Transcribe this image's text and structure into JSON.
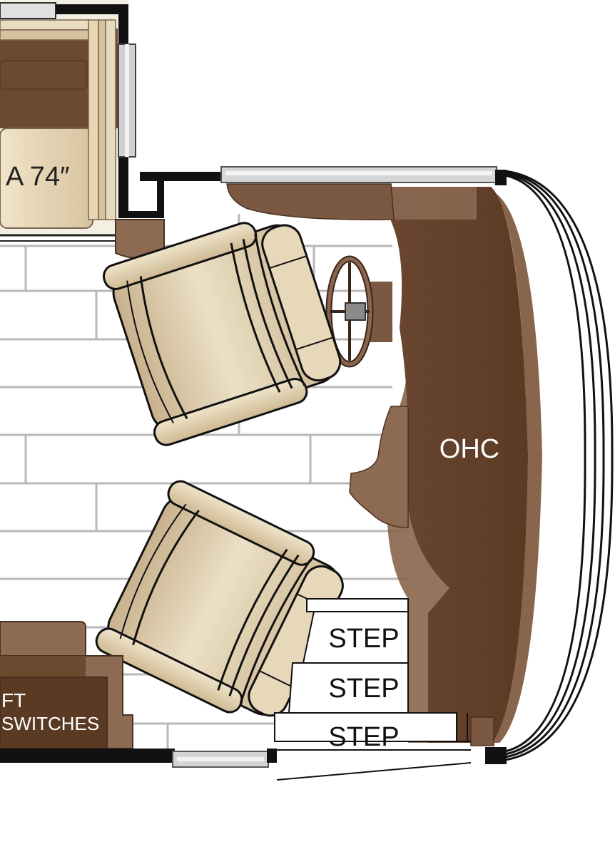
{
  "labels": {
    "sofa_length": "A 74″",
    "overhead_cabinet": "OHC",
    "step_upper": "STEP",
    "step_middle": "STEP",
    "step_lower": "STEP",
    "cabinet_line1": "FT",
    "cabinet_line2": "SWITCHES"
  },
  "colors": {
    "wall": "#111111",
    "floor_line": "#b8b8b8",
    "dash_dark": "#5c3b24",
    "dash_light": "#8a654d",
    "cabinet_dark": "#5a3a22",
    "cabinet_light": "#8d6a52",
    "sofa_light": "#e6d7b8",
    "sofa_dark": "#c7b089",
    "chair_light": "#e8dcc0",
    "chair_dark": "#c4ac86",
    "window": "#d4d4d4",
    "window_frame": "#555555"
  }
}
